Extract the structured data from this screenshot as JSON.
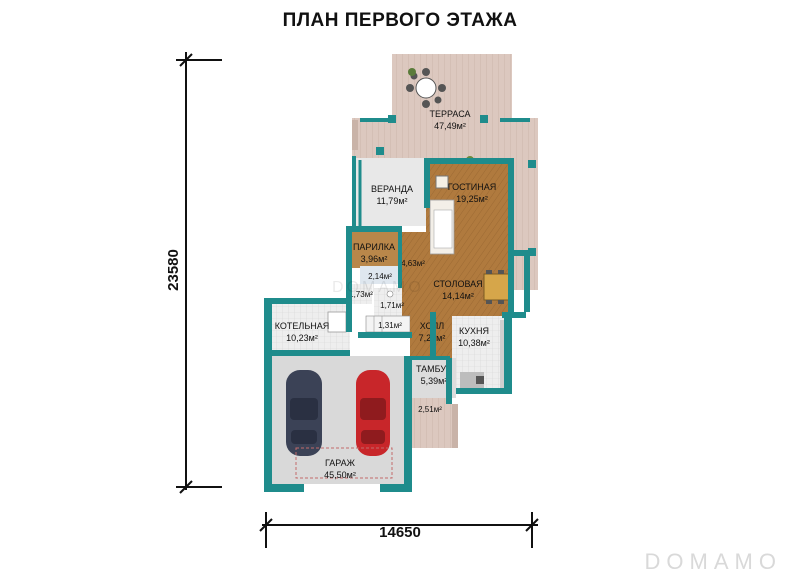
{
  "title": "ПЛАН ПЕРВОГО ЭТАЖА",
  "dimensions": {
    "height": "23580",
    "width": "14650"
  },
  "rooms": {
    "terrace": {
      "name": "ТЕРРАСА",
      "area": "47,49м²"
    },
    "veranda": {
      "name": "ВЕРАНДА",
      "area": "11,79м²"
    },
    "living": {
      "name": "ГОСТИНАЯ",
      "area": "19,25м²"
    },
    "sauna": {
      "name": "ПАРИЛКА",
      "area": "3,96м²"
    },
    "corridor": {
      "area": "4,63м²"
    },
    "shower": {
      "area": "2,14м²"
    },
    "wc_small": {
      "area": "1,73м²"
    },
    "wc": {
      "area": "1,71м²"
    },
    "stairs": {
      "area": "1,31м²"
    },
    "dining": {
      "name": "СТОЛОВАЯ",
      "area": "14,14м²"
    },
    "boiler": {
      "name": "КОТЕЛЬНАЯ",
      "area": "10,23м²"
    },
    "hall": {
      "name": "ХОЛЛ",
      "area": "7,25м²"
    },
    "kitchen": {
      "name": "КУХНЯ",
      "area": "10,38м²"
    },
    "vestibule": {
      "name": "ТАМБУР",
      "area": "5,39м²"
    },
    "porch": {
      "area": "2,51м²"
    },
    "garage": {
      "name": "ГАРАЖ",
      "area": "45,50м²"
    }
  },
  "colors": {
    "wall": "#1f8c8c",
    "terrace_deck": "#dcc8bf",
    "wood_floor": "#b07a3e",
    "tile_floor": "#e6e6e6",
    "garage_floor": "#d9d9d9",
    "car_blue": "#3b4256",
    "car_red": "#c8262a"
  },
  "watermark": "DOMAMO"
}
